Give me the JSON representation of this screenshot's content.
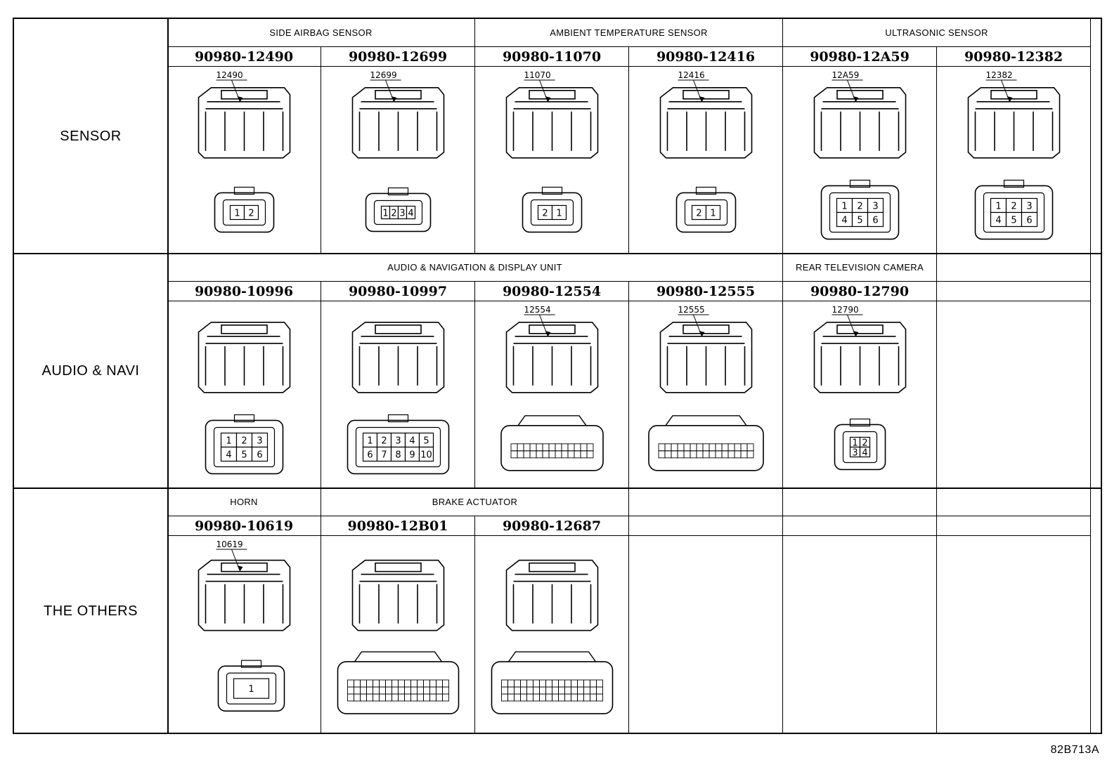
{
  "rows": [
    {
      "label": "SENSOR",
      "groups": [
        {
          "name": "SIDE AIRBAG SENSOR",
          "span": 2
        },
        {
          "name": "AMBIENT TEMPERATURE SENSOR",
          "span": 2
        },
        {
          "name": "ULTRASONIC SENSOR",
          "span": 2
        }
      ],
      "parts": [
        "90980-12490",
        "90980-12699",
        "90980-11070",
        "90980-12416",
        "90980-12A59",
        "90980-12382"
      ],
      "callouts": [
        "12490",
        "12699",
        "11070",
        "12416",
        "12A59",
        "12382"
      ],
      "pins": [
        [
          "1",
          "2"
        ],
        [
          "1",
          "2",
          "3",
          "4"
        ],
        [
          "2",
          "1"
        ],
        [
          "2",
          "1"
        ],
        [
          "1",
          "2",
          "3",
          "4",
          "5",
          "6"
        ],
        [
          "1",
          "2",
          "3",
          "4",
          "5",
          "6"
        ]
      ]
    },
    {
      "label": "AUDIO & NAVI",
      "groups": [
        {
          "name": "AUDIO & NAVIGATION & DISPLAY UNIT",
          "span": 4
        },
        {
          "name": "REAR TELEVISION CAMERA",
          "span": 1
        },
        {
          "name": "",
          "span": 1
        }
      ],
      "parts": [
        "90980-10996",
        "90980-10997",
        "90980-12554",
        "90980-12555",
        "90980-12790",
        ""
      ],
      "callouts": [
        "",
        "",
        "12554",
        "12555",
        "12790",
        ""
      ],
      "pins": [
        [
          "1",
          "2",
          "3",
          "4",
          "5",
          "6"
        ],
        [
          "1",
          "2",
          "3",
          "4",
          "5",
          "6",
          "7",
          "8",
          "9",
          "10"
        ],
        [],
        [],
        [
          "1",
          "2",
          "3",
          "4"
        ],
        []
      ]
    },
    {
      "label": "THE OTHERS",
      "groups": [
        {
          "name": "HORN",
          "span": 1
        },
        {
          "name": "BRAKE ACTUATOR",
          "span": 2
        },
        {
          "name": "",
          "span": 1
        },
        {
          "name": "",
          "span": 1
        },
        {
          "name": "",
          "span": 1
        }
      ],
      "parts": [
        "90980-10619",
        "90980-12B01",
        "90980-12687",
        "",
        "",
        ""
      ],
      "callouts": [
        "10619",
        "",
        "",
        "",
        "",
        ""
      ],
      "pins": [
        [
          "1"
        ],
        [],
        [],
        [],
        [],
        []
      ]
    }
  ],
  "figure_code": "82B713A"
}
